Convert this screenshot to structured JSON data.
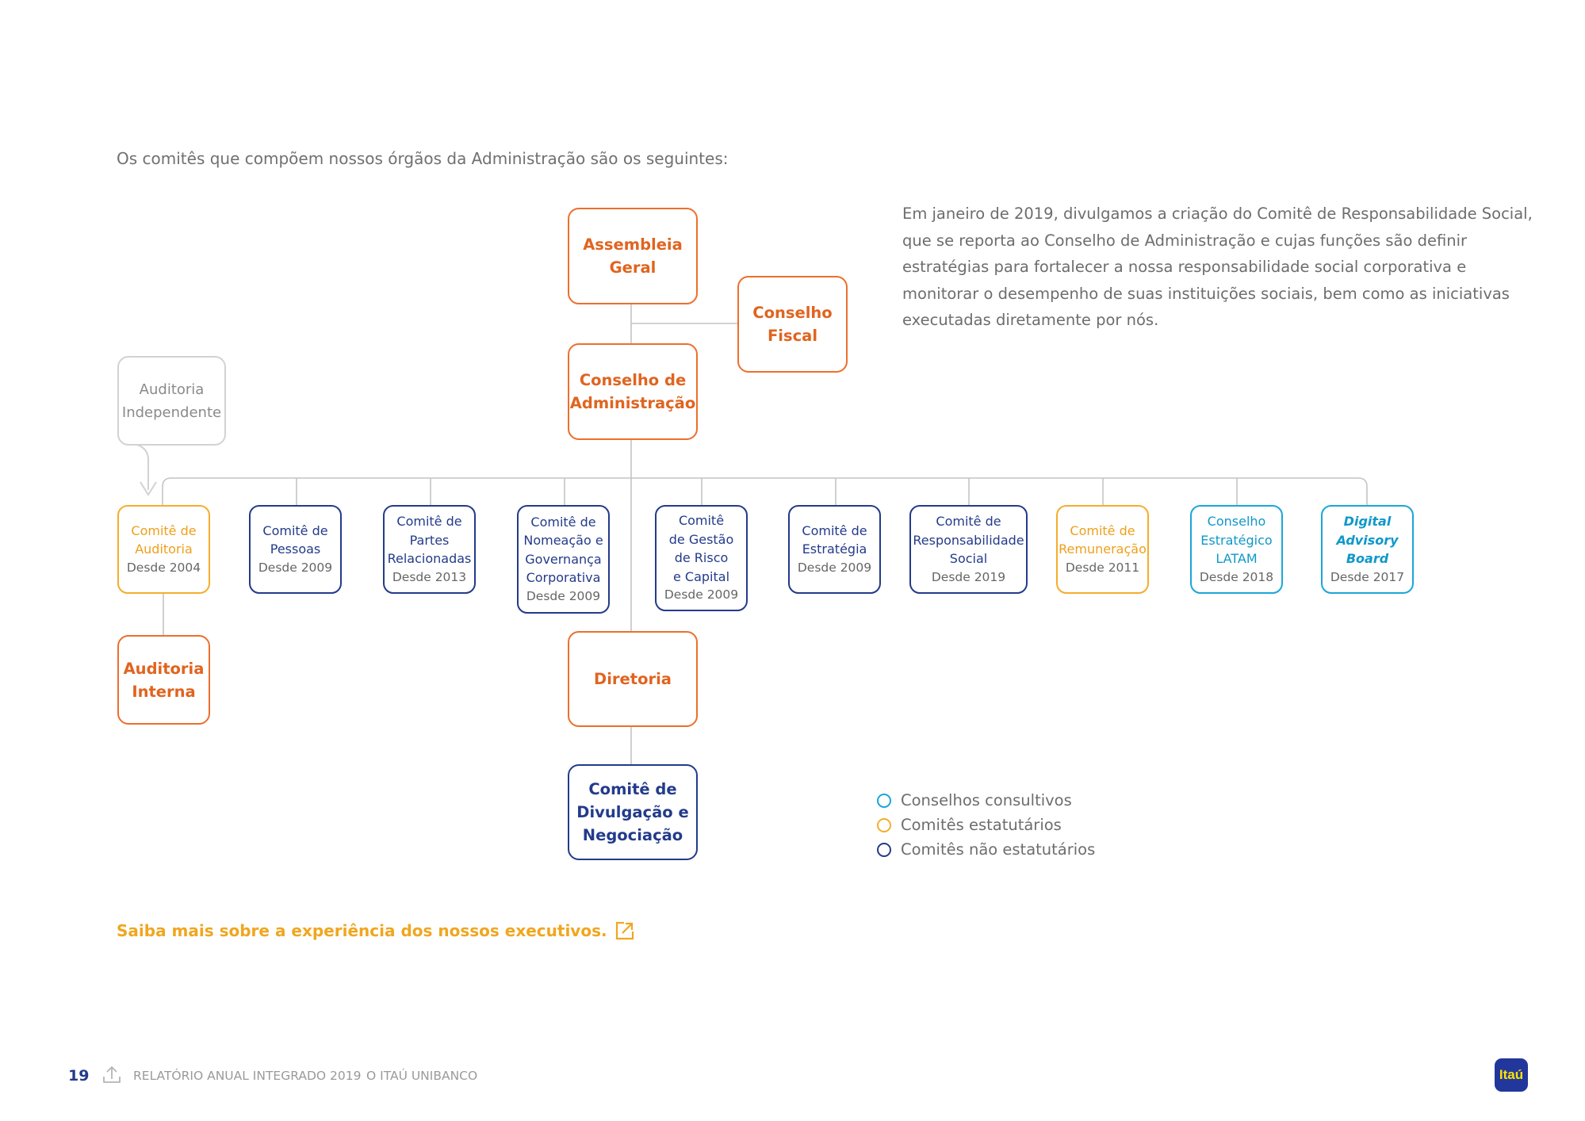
{
  "intro": "Os comitês que compõem nossos órgãos da Administração são os seguintes:",
  "side_note": "Em janeiro de 2019, divulgamos a criação do Comitê de Responsabilidade Social, que se reporta ao Conselho de Administração e cujas funções são definir estratégias para fortalecer a nossa responsabilidade social corporativa e monitorar o desempenho de suas instituições sociais, bem como as iniciativas executadas diretamente por nós.",
  "org": {
    "assembleia": [
      "Assembleia",
      "Geral"
    ],
    "fiscal": [
      "Conselho",
      "Fiscal"
    ],
    "administracao": [
      "Conselho de",
      "Administração"
    ],
    "independente": [
      "Auditoria",
      "Independente"
    ],
    "auditoria_interna": [
      "Auditoria",
      "Interna"
    ],
    "diretoria": [
      "Diretoria"
    ],
    "divulgacao": [
      "Comitê de",
      "Divulgação e",
      "Negociação"
    ],
    "committees": [
      {
        "name": [
          "Comitê de",
          "Auditoria"
        ],
        "since": "Desde 2004"
      },
      {
        "name": [
          "Comitê de",
          "Pessoas"
        ],
        "since": "Desde 2009"
      },
      {
        "name": [
          "Comitê de",
          "Partes",
          "Relacionadas"
        ],
        "since": "Desde 2013"
      },
      {
        "name": [
          "Comitê de",
          "Nomeação e",
          "Governança",
          "Corporativa"
        ],
        "since": "Desde 2009"
      },
      {
        "name": [
          "Comitê",
          "de Gestão",
          "de Risco",
          "e Capital"
        ],
        "since": "Desde 2009"
      },
      {
        "name": [
          "Comitê de",
          "Estratégia"
        ],
        "since": "Desde 2009"
      },
      {
        "name": [
          "Comitê de",
          "Responsabilidade",
          "Social"
        ],
        "since": "Desde 2019"
      },
      {
        "name": [
          "Comitê de",
          "Remuneração"
        ],
        "since": "Desde 2011"
      },
      {
        "name": [
          "Conselho",
          "Estratégico",
          "LATAM"
        ],
        "since": "Desde 2018"
      },
      {
        "name": [
          "Digital",
          "Advisory",
          "Board"
        ],
        "since": "Desde 2017"
      }
    ]
  },
  "legend": [
    {
      "label": "Conselhos consultivos",
      "color": "#1aa6da"
    },
    {
      "label": "Comitês estatutários",
      "color": "#f5ad2c"
    },
    {
      "label": "Comitês não estatutários",
      "color": "#233b8a"
    }
  ],
  "more_link": "Saiba mais sobre a experiência dos nossos executivos.",
  "footer": {
    "page": "19",
    "report": "RELATÓRIO ANUAL INTEGRADO 2019",
    "section": "O ITAÚ UNIBANCO",
    "logo": "Itaú"
  },
  "colors": {
    "orange": "#ec6f2c",
    "yellow": "#f5ad2c",
    "navy": "#233b8a",
    "cyan": "#1aa6da"
  }
}
